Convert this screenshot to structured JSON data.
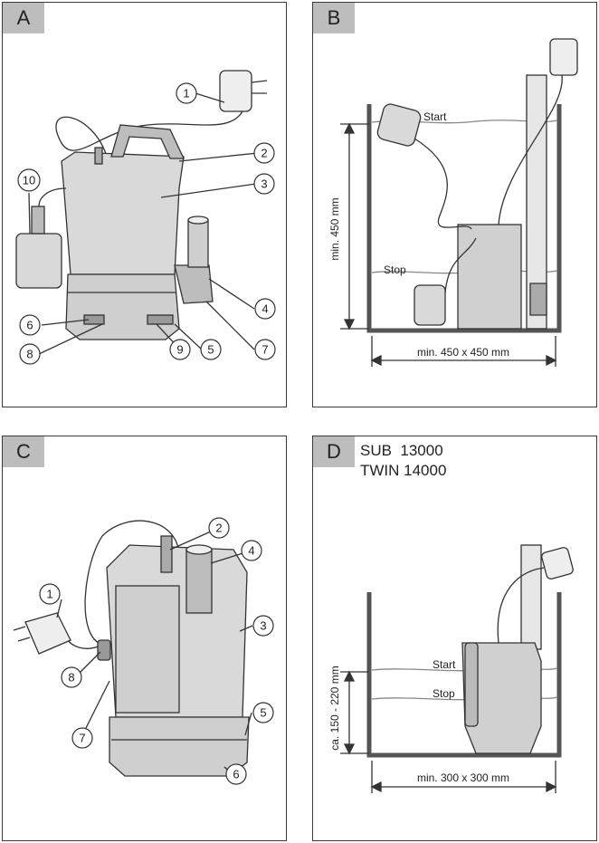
{
  "panels": {
    "A": {
      "label": "A",
      "callouts": [
        "1",
        "2",
        "3",
        "4",
        "5",
        "6",
        "7",
        "8",
        "9",
        "10"
      ]
    },
    "B": {
      "label": "B",
      "start_label": "Start",
      "stop_label": "Stop",
      "height_dim": "min. 450 mm",
      "width_dim": "min. 450 x 450 mm"
    },
    "C": {
      "label": "C",
      "callouts": [
        "1",
        "2",
        "3",
        "4",
        "5",
        "6",
        "7",
        "8"
      ]
    },
    "D": {
      "label": "D",
      "model_line_1": "SUB  13000",
      "model_line_2": "TWIN 14000",
      "start_label": "Start",
      "stop_label": "Stop",
      "height_dim": "ca. 150 - 220 mm",
      "width_dim": "min. 300 x 300 mm"
    }
  }
}
